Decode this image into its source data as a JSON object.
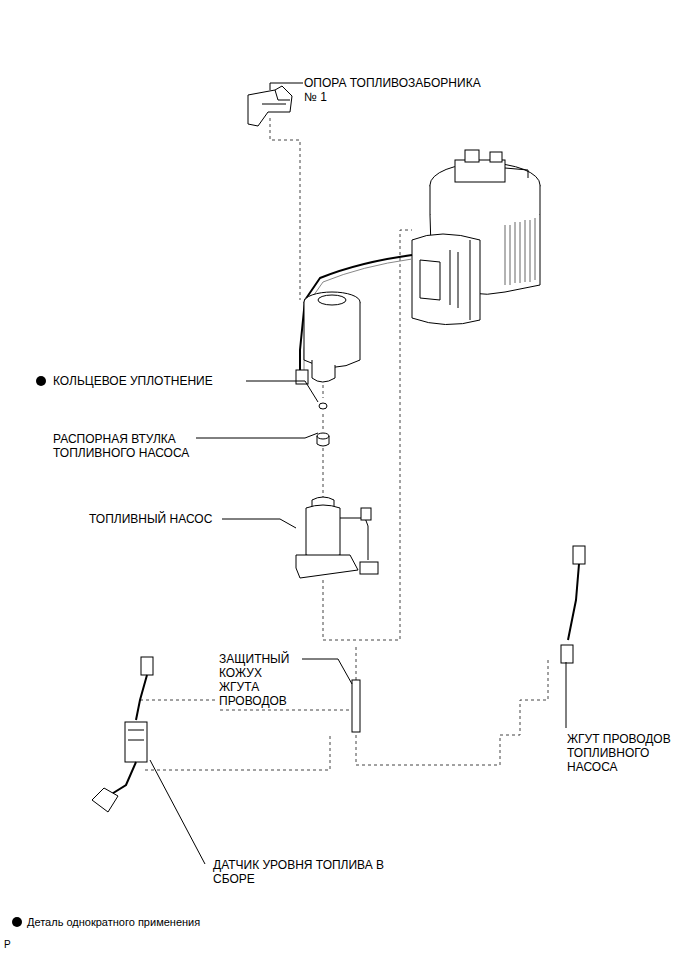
{
  "diagram": {
    "labels": [
      "ОПОРА ТОПЛИВОЗАБОРНИКА № 1",
      "КОЛЬЦЕВОЕ УПЛОТНЕНИЕ",
      "РАСПОРНАЯ ВТУЛКА ТОПЛИВНОГО НАСОСА",
      "ТОПЛИВНЫЙ НАСОС",
      "ЗАЩИТНЫЙ КОЖУХ ЖГУТА ПРОВОДОВ",
      "ЖГУТ ПРОВОДОВ ТОПЛИВНОГО НАСОСА",
      "ДАТЧИК УРОВНЯ ТОПЛИВА В СБОРЕ",
      "P"
    ],
    "legend": [
      {
        "text": "Деталь однократного применения"
      }
    ]
  }
}
